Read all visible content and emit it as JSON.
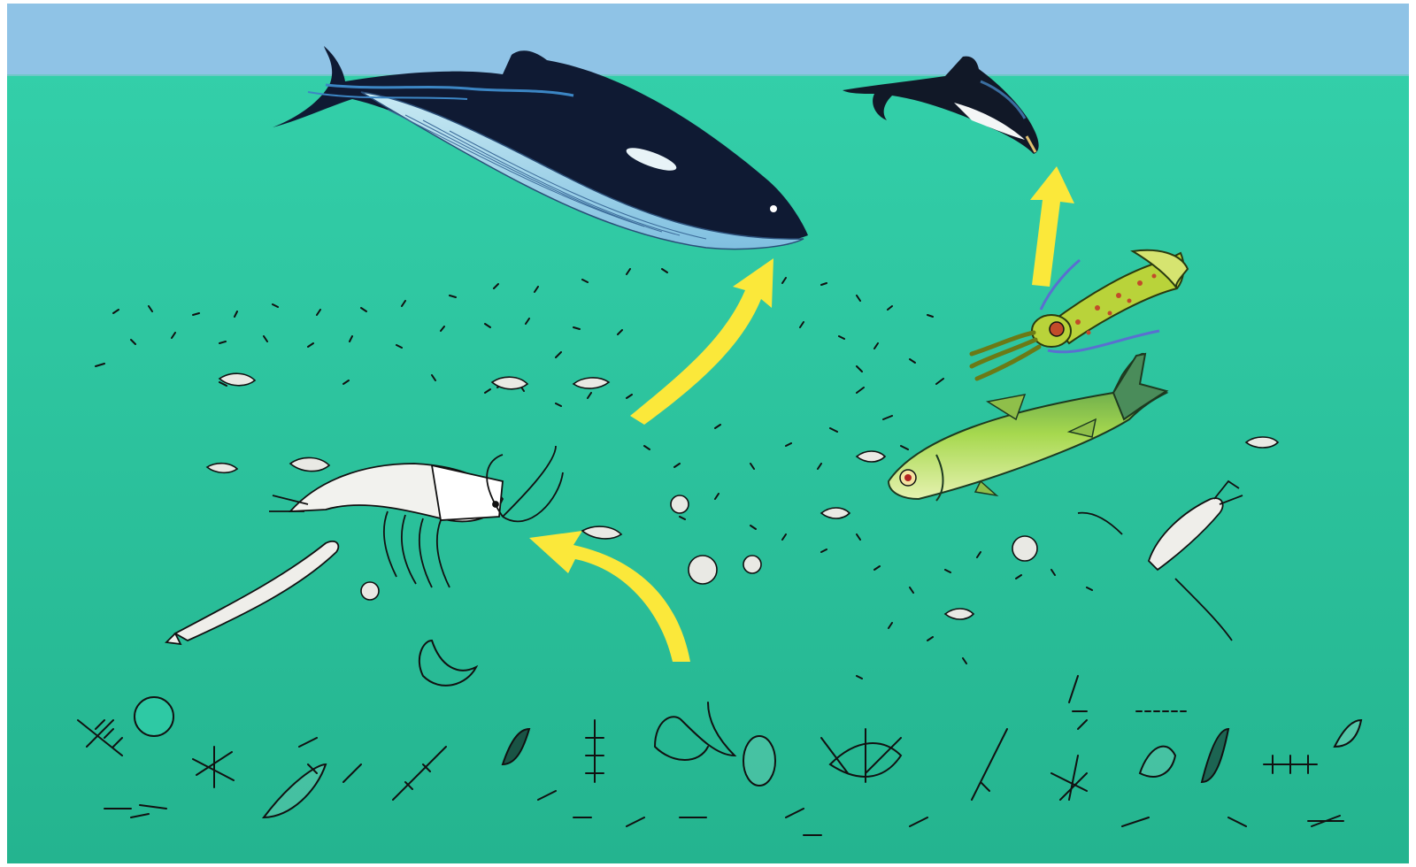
{
  "scene": {
    "kind": "marine food chain illustration",
    "colors": {
      "sky": "#8fc3e6",
      "water": "#2ec9a4",
      "water_deep": "#27b894",
      "arrow": "#fbe83a",
      "ink": "#111111",
      "whale_back": "#0f1a33",
      "whale_belly": "#9fd3e8",
      "fish": "#8fcf4a",
      "squid": "#b9d33a"
    },
    "organisms": [
      "whale",
      "dolphin",
      "squid",
      "fish",
      "krill",
      "copepods",
      "phytoplankton"
    ],
    "arrows": [
      {
        "from": "phytoplankton",
        "to": "krill"
      },
      {
        "from": "krill",
        "to": "whale"
      },
      {
        "from": "squid",
        "to": "dolphin"
      }
    ]
  }
}
